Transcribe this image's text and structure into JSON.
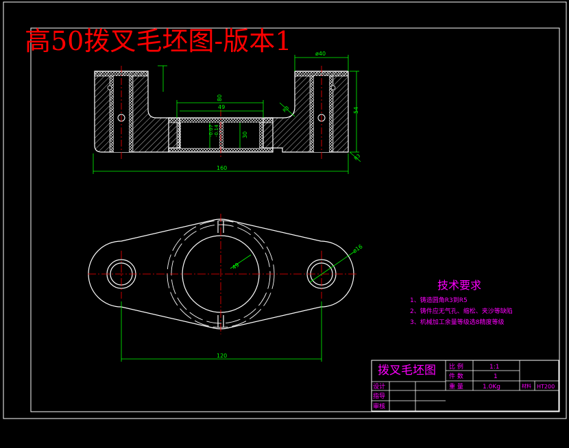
{
  "drawing": {
    "heading": "高50拨叉毛坯图-版本1",
    "colors": {
      "background": "#000000",
      "outline": "#ffffff",
      "centerline": "#ff0000",
      "dimension": "#00ff00",
      "heading": "#ff0000",
      "notes": "#ff00ff"
    }
  },
  "dimensions": {
    "top_right_diameter": "ø40",
    "total_width_front": "160",
    "slot_width": "49",
    "inner_width": "80",
    "tolerance_upper": "-0.07",
    "tolerance_lower": "-0.14",
    "inner_height": "30",
    "right_height": "54",
    "radius_left": "R3",
    "radius_right": "R3",
    "bore_plan": "49",
    "hole_plan": "ø16",
    "hole_distance": "120"
  },
  "notes": {
    "title": "技术要求",
    "items": [
      "1、铸造圆角R3到R5",
      "2、铸件应无气孔、缩松、夹沙等缺陷",
      "3、机械加工余量等级选8精度等级"
    ]
  },
  "title_block": {
    "name": "拨叉毛坯图",
    "scale_label": "比 例",
    "scale_value": "1:1",
    "count_label": "件 数",
    "count_value": "1",
    "weight_label": "重 量",
    "weight_value": "1.0Kg",
    "material_label": "材料",
    "material_value": "HT200",
    "designer_label": "设计",
    "guide_label": "指导",
    "review_label": "审核"
  }
}
